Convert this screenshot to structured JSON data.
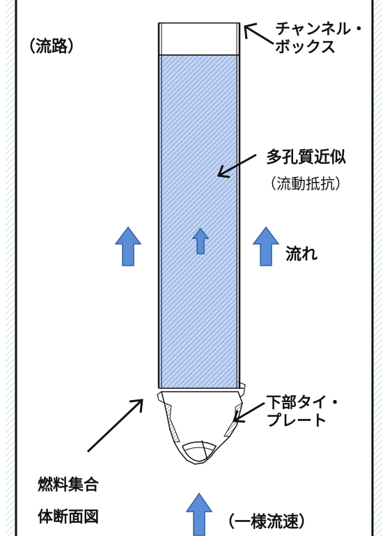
{
  "labels": {
    "flow_path": "（流路）",
    "channel_box_line1": "チャンネル・",
    "channel_box_line2": "ボックス",
    "porous_line1": "多孔質近似",
    "porous_line2": "（流動抵抗）",
    "flow": "流れ",
    "lower_tie_plate_line1": "下部タイ・",
    "lower_tie_plate_line2": "プレート",
    "cross_section_line1": "燃料集合",
    "cross_section_line2": "体断面図",
    "uniform_velocity": "（一様流速）"
  },
  "colors": {
    "wall_hatch": "#c8dfe0",
    "porous_fill": "#a8c0ea",
    "porous_hatch": "#ffffff",
    "arrow_fill": "#5b8ed6",
    "arrow_stroke": "#2f5f9e",
    "line": "#111111"
  },
  "icons": {
    "flow_arrow": "up-arrow-icon",
    "pointer": "pointer-arrow-icon"
  }
}
